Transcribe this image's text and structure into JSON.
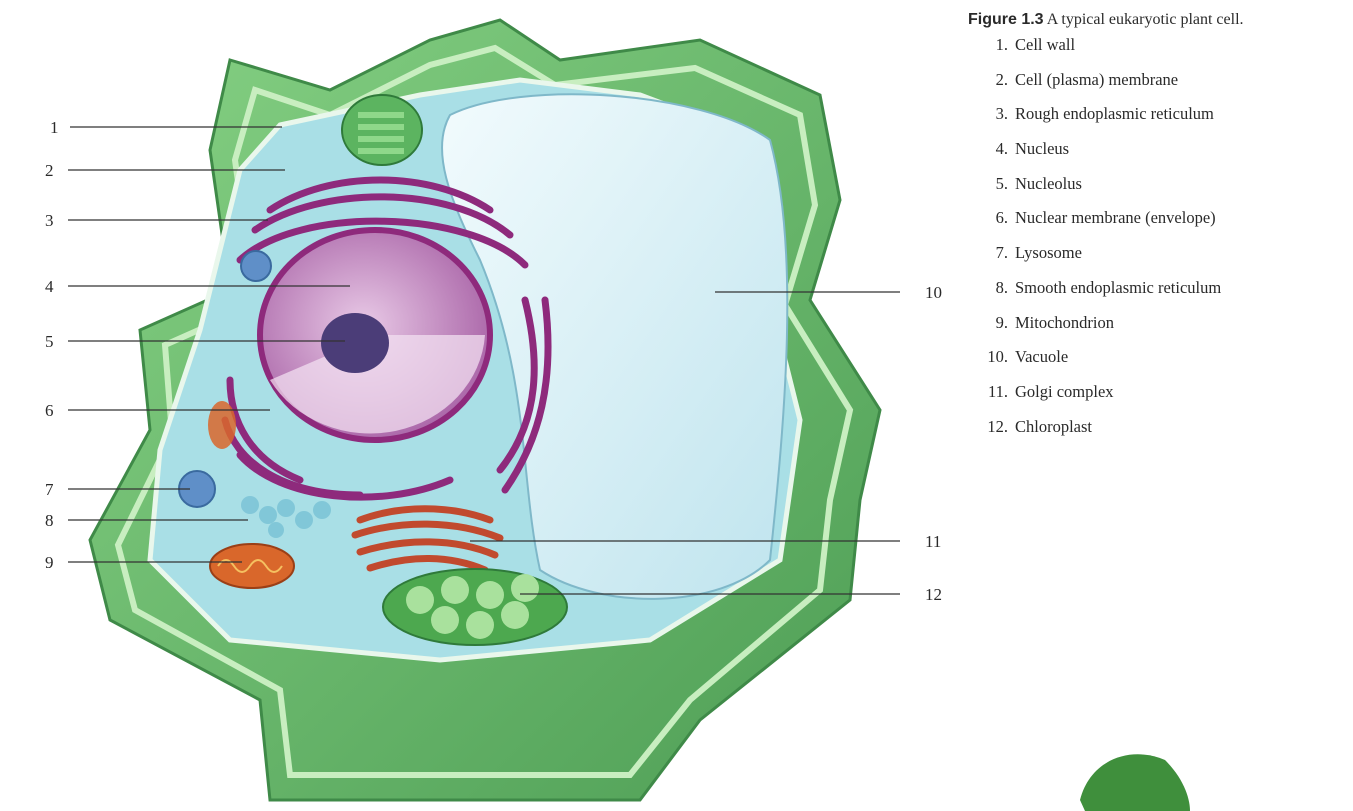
{
  "caption": {
    "figure_label": "Figure 1.3",
    "caption_text": "A typical eukaryotic plant cell."
  },
  "legend": [
    {
      "number": "1.",
      "label": "Cell wall"
    },
    {
      "number": "2.",
      "label": "Cell (plasma) membrane"
    },
    {
      "number": "3.",
      "label": "Rough endoplasmic reticulum"
    },
    {
      "number": "4.",
      "label": "Nucleus"
    },
    {
      "number": "5.",
      "label": "Nucleolus"
    },
    {
      "number": "6.",
      "label": "Nuclear membrane (envelope)"
    },
    {
      "number": "7.",
      "label": "Lysosome"
    },
    {
      "number": "8.",
      "label": "Smooth endoplasmic reticulum"
    },
    {
      "number": "9.",
      "label": "Mitochondrion"
    },
    {
      "number": "10.",
      "label": "Vacuole"
    },
    {
      "number": "11.",
      "label": "Golgi complex"
    },
    {
      "number": "12.",
      "label": "Chloroplast"
    }
  ],
  "callouts": [
    "1",
    "2",
    "3",
    "4",
    "5",
    "6",
    "7",
    "8",
    "9",
    "10",
    "11",
    "12"
  ],
  "colors": {
    "cell_wall": "#6cc070",
    "cell_wall_light": "#b6e3b0",
    "cytoplasm": "#a9dfe6",
    "vacuole": "#dff2f7",
    "nucleus": "#c88bc6",
    "nucleolus": "#4b3d78",
    "rough_er": "#8e2a7c",
    "golgi": "#c14a2e",
    "mitochondrion": "#d9672b",
    "chloroplast": "#4da84f",
    "lysosome": "#5f8fc8"
  }
}
